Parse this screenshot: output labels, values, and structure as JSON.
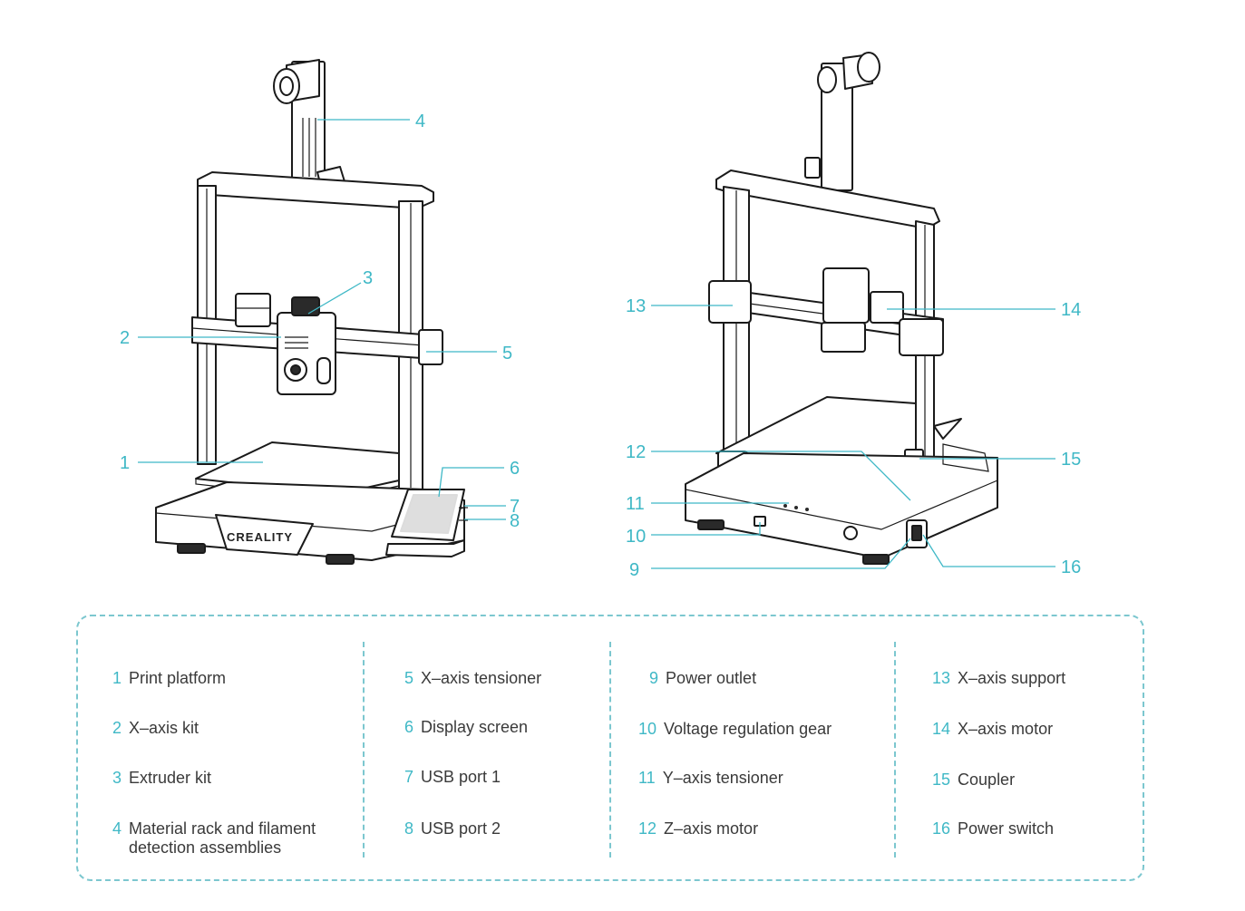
{
  "callouts": {
    "c1": "1",
    "c2": "2",
    "c3": "3",
    "c4": "4",
    "c5": "5",
    "c6": "6",
    "c7": "7",
    "c8": "8",
    "c9": "9",
    "c10": "10",
    "c11": "11",
    "c12": "12",
    "c13": "13",
    "c14": "14",
    "c15": "15",
    "c16": "16"
  },
  "logo_text": "CREALITY",
  "legend": {
    "col1": [
      {
        "num": "1",
        "label": "Print platform"
      },
      {
        "num": "2",
        "label": "X–axis kit"
      },
      {
        "num": "3",
        "label": "Extruder kit"
      },
      {
        "num": "4",
        "label": "Material rack and filament\ndetection assemblies"
      }
    ],
    "col2": [
      {
        "num": "5",
        "label": "X–axis tensioner"
      },
      {
        "num": "6",
        "label": "Display screen"
      },
      {
        "num": "7",
        "label": "USB port 1"
      },
      {
        "num": "8",
        "label": "USB port 2"
      }
    ],
    "col3": [
      {
        "num": "9",
        "label": "Power outlet"
      },
      {
        "num": "10",
        "label": "Voltage regulation gear"
      },
      {
        "num": "11",
        "label": "Y–axis tensioner"
      },
      {
        "num": "12",
        "label": "Z–axis motor"
      }
    ],
    "col4": [
      {
        "num": "13",
        "label": "X–axis support"
      },
      {
        "num": "14",
        "label": "X–axis motor"
      },
      {
        "num": "15",
        "label": "Coupler"
      },
      {
        "num": "16",
        "label": "Power switch"
      }
    ]
  },
  "colors": {
    "accent": "#3fb8c6",
    "border": "#7cc7cf",
    "text": "#3a3a3a"
  }
}
